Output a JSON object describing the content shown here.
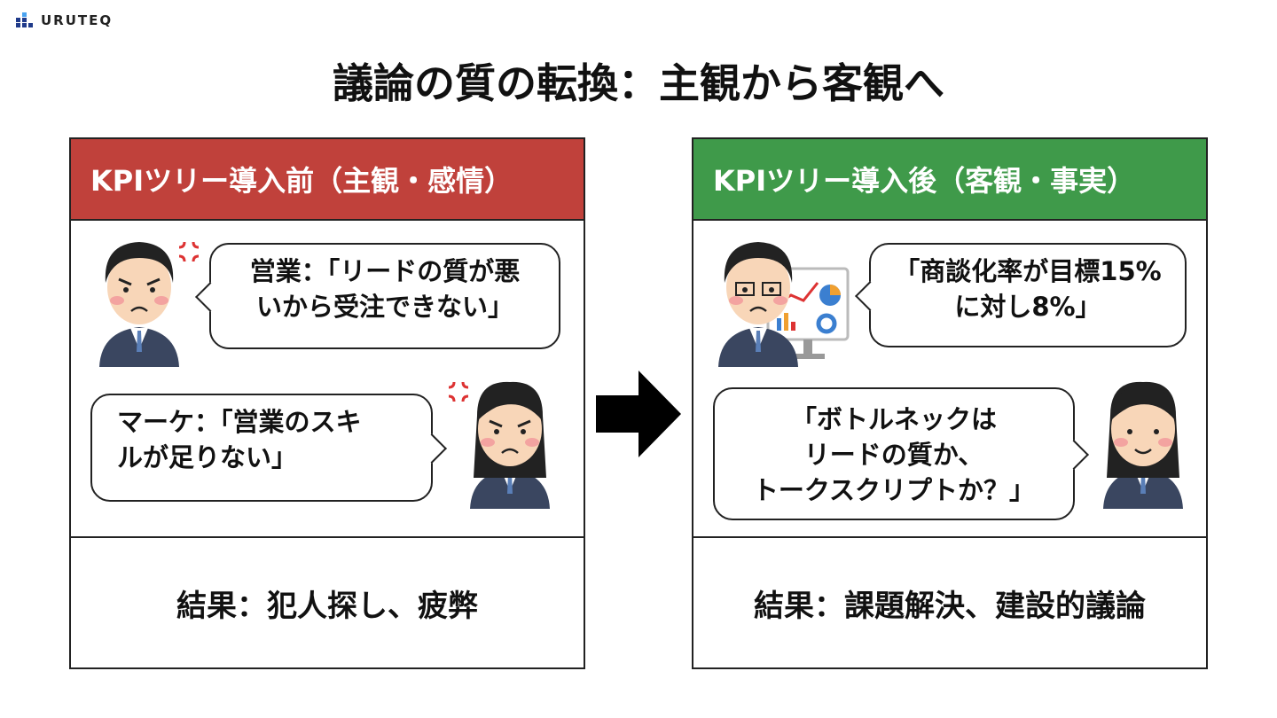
{
  "brand": {
    "name": "URUTEQ",
    "colors": {
      "dark": "#1f3a8a",
      "light": "#4aa3f0"
    }
  },
  "title": "議論の質の転換：主観から客観へ",
  "colors": {
    "before": "#c0413b",
    "after": "#3f9a4a"
  },
  "before": {
    "heading": "KPIツリー導入前（主観・感情）",
    "bubbles": [
      {
        "line1": "営業：「リードの質が悪",
        "line2": "いから受注できない」"
      },
      {
        "line1": "マーケ：「営業のスキ",
        "line2": "ルが足りない」"
      }
    ],
    "result": "結果：犯人探し、疲弊"
  },
  "after": {
    "heading": "KPIツリー導入後（客観・事実）",
    "bubbles": [
      {
        "line1": "「商談化率が目標15%",
        "line2": "に対し8%」"
      },
      {
        "line1": "「ボトルネックは",
        "line2": "リードの質か、",
        "line3": "トークスクリプトか？」"
      }
    ],
    "result": "結果：課題解決、建設的議論"
  }
}
